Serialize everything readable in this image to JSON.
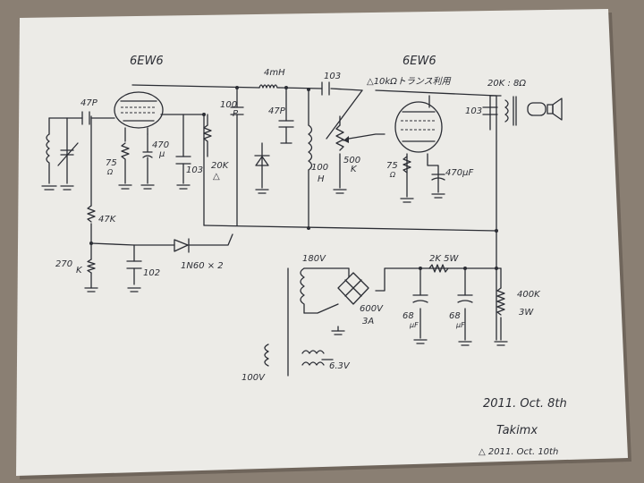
{
  "tubes": {
    "left_tube": "6EW6",
    "right_tube": "6EW6"
  },
  "labels": {
    "c_47p_in": "47P",
    "l_4mh": "4mH",
    "c_103_top": "103",
    "note_10k": "△10kΩトランス利用",
    "out_20k": "20K : 8Ω",
    "c_100p": "100",
    "c_100p_unit": "P",
    "c_47p_mid": "47P",
    "r_470_left": "470",
    "r_470_left_unit": "μ",
    "r_75_left": "75",
    "r_75_left_unit": "Ω",
    "c_103_left": "103",
    "r_20k": "20K",
    "r_20k_tri": "△",
    "c_103_right": "103",
    "l_100h": "100",
    "l_100h_unit": "H",
    "r_500k": "500",
    "r_500k_unit": "K",
    "r_75_right": "75",
    "r_75_right_unit": "Ω",
    "c_470uf": "470μF",
    "r_47k": "47K",
    "r_270k": "270",
    "r_270k_unit": "K",
    "c_102": "102",
    "diode": "1N60 × 2",
    "v_180": "180V",
    "v_600": "600V",
    "a_3": "3A",
    "r_2k": "2K 5W",
    "c_68_a": "68",
    "c_68_a_unit": "μF",
    "c_68_b": "68",
    "c_68_b_unit": "μF",
    "r_400k": "400K",
    "r_400k_w": "3W",
    "v_100": "100V",
    "v_63": "6.3V",
    "date1": "2011. Oct. 8th",
    "author": "Takimx",
    "date2": "△ 2011. Oct. 10th"
  },
  "colors": {
    "background": "#8a7f73",
    "paper": "#ecebe7",
    "ink": "#2b2d34"
  }
}
